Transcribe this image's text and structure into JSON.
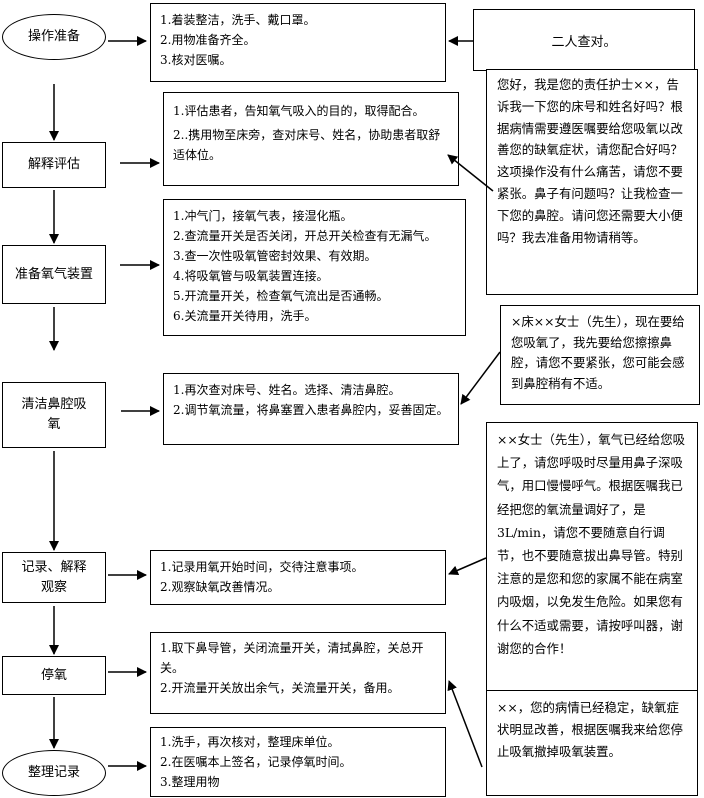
{
  "steps": [
    "操作准备",
    "解释评估",
    "准备氧气装置",
    "清洁鼻腔吸氧",
    "记录、解释观察",
    "停氧",
    "整理记录"
  ],
  "details": [
    [
      "1.着装整洁，洗手、戴口罩。",
      "2.用物准备齐全。",
      "3.核对医嘱。"
    ],
    [
      "1.评估患者，告知氧气吸入的目的，取得配合。",
      "2..携用物至床旁，查对床号、姓名，协助患者取舒适体位。"
    ],
    [
      "1.冲气门，接氧气表，接湿化瓶。",
      "2.查流量开关是否关闭，开总开关检查有无漏气。",
      "3.查一次性吸氧管密封效果、有效期。",
      "4.将吸氧管与吸氧装置连接。",
      "5.开流量开关，检查氧气流出是否通畅。",
      "6.关流量开关待用，洗手。"
    ],
    [
      "1.再次查对床号、姓名。选择、清洁鼻腔。",
      "2.调节氧流量，将鼻塞置入患者鼻腔内，妥善固定。"
    ],
    [
      "1.记录用氧开始时间，交待注意事项。",
      "2.观察缺氧改善情况。"
    ],
    [
      "1.取下鼻导管，关闭流量开关，清拭鼻腔，关总开关。",
      "2.开流量开关放出余气，关流量开关，备用。"
    ],
    [
      "1.洗手，再次核对，整理床单位。",
      "2.在医嘱本上签名，记录停氧时间。",
      "3.整理用物"
    ]
  ],
  "notes": {
    "check": "二人查对。",
    "explain": "您好，我是您的责任护士××，告诉我一下您的床号和姓名好吗？根据病情需要遵医嘱要给您吸氧以改善您的缺氧症状，请您配合好吗？这项操作没有什么痛苦，请您不要紧张。鼻子有问题吗？让我检查一下您的鼻腔。请问您还需要大小便吗？我去准备用物请稍等。",
    "clean": "×床××女士（先生），现在要给您吸氧了，我先要给您擦擦鼻腔，请您不要紧张，您可能会感到鼻腔稍有不适。",
    "record": "××女士（先生），氧气已经给您吸上了，请您呼吸时尽量用鼻子深吸气，用口慢慢呼气。根据医嘱我已经把您的氧流量调好了，是3L/min，请您不要随意自行调节，也不要随意拔出鼻导管。特别注意的是您和您的家属不能在病室内吸烟，以免发生危险。如果您有什么不适或需要，请按呼叫器，谢谢您的合作！",
    "stop": "××，您的病情已经稳定，缺氧症状明显改善，根据医嘱我来给您停止吸氧撤掉吸氧装置。"
  }
}
